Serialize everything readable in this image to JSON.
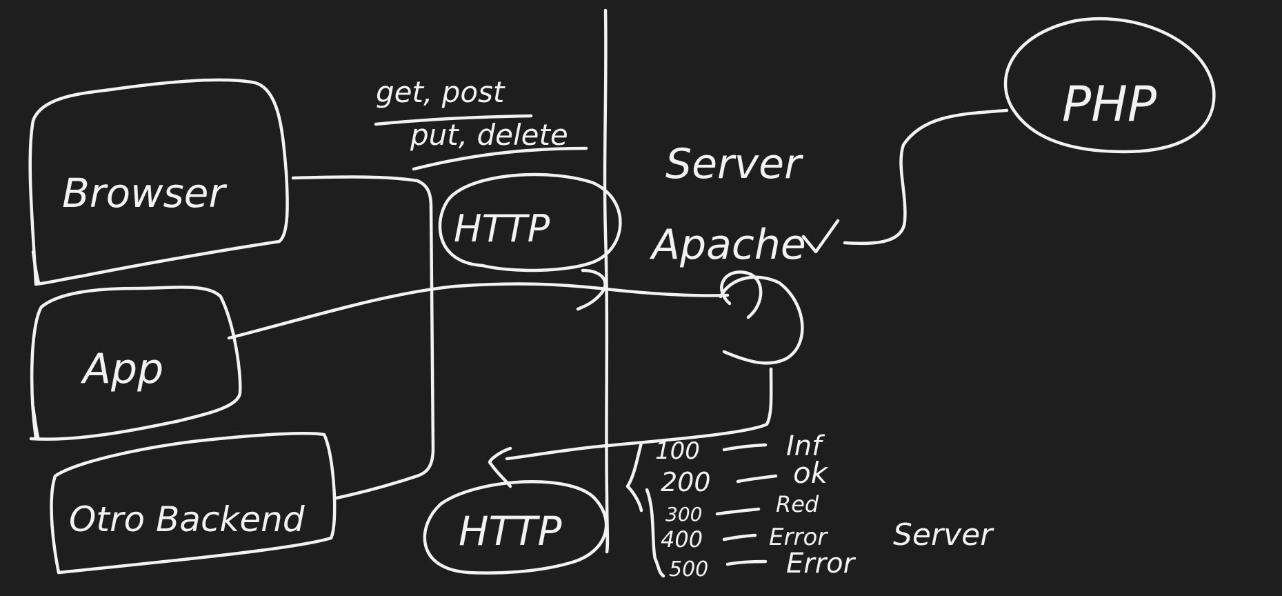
{
  "colors": {
    "background": "#1e1e1e",
    "ink": "#f2f2f2"
  },
  "clients": {
    "browser": "Browser",
    "app": "App",
    "other_backend": "Otro Backend"
  },
  "methods": {
    "line1": "get, post",
    "line2": "put, delete"
  },
  "protocol": {
    "request": "HTTP",
    "response": "HTTP"
  },
  "server": {
    "title": "Server",
    "web_server": "Apache",
    "language": "PHP"
  },
  "status_codes": [
    {
      "code": "100",
      "meaning": "Inf"
    },
    {
      "code": "200",
      "meaning": "ok"
    },
    {
      "code": "300",
      "meaning": "Red"
    },
    {
      "code": "400",
      "meaning": "Error"
    },
    {
      "code": "500",
      "meaning": "Error",
      "extra": "Server"
    }
  ]
}
